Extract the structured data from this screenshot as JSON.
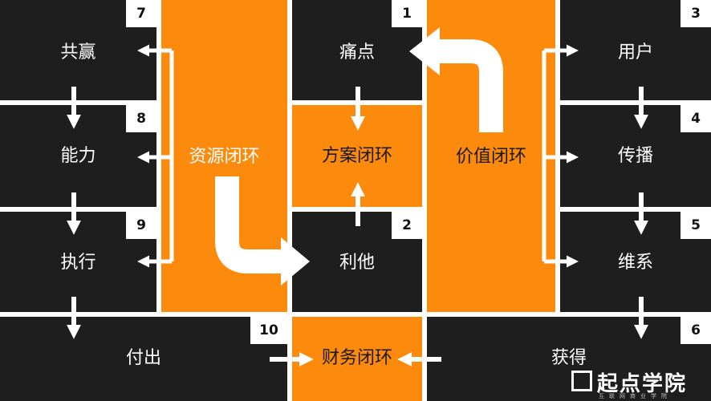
{
  "colors": {
    "orange": "#fc8a0c",
    "dark": "#1e1e1e",
    "white": "#ffffff"
  },
  "nodes": {
    "gongying": {
      "label": "共赢",
      "number": "7"
    },
    "nengli": {
      "label": "能力",
      "number": "8"
    },
    "zhixing": {
      "label": "执行",
      "number": "9"
    },
    "fuchu": {
      "label": "付出",
      "number": "10"
    },
    "tongdian": {
      "label": "痛点",
      "number": "1"
    },
    "lita": {
      "label": "利他",
      "number": "2"
    },
    "yonghu": {
      "label": "用户",
      "number": "3"
    },
    "chuanbo": {
      "label": "传播",
      "number": "4"
    },
    "weixi": {
      "label": "维系",
      "number": "5"
    },
    "huode": {
      "label": "获得",
      "number": "6"
    }
  },
  "loops": {
    "resource": "资源闭环",
    "solution": "方案闭环",
    "value": "价值闭环",
    "finance": "财务闭环"
  },
  "logo": {
    "text": "起点学院",
    "subtext": "互联网商业学院"
  }
}
